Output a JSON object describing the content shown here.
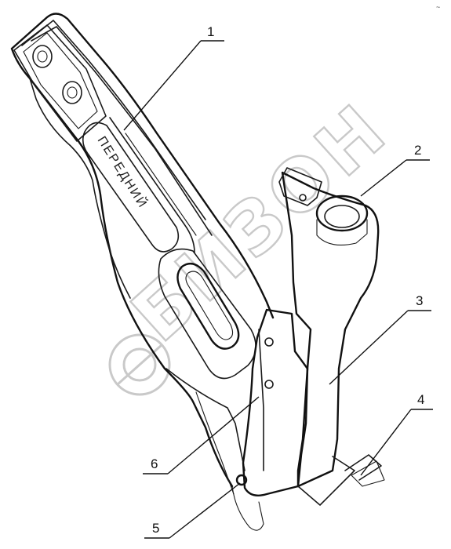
{
  "part_marking": "ПЕРЕДНИЙ",
  "watermark": "БИЗОН",
  "corner_mark": "~",
  "callouts": [
    "1",
    "2",
    "3",
    "4",
    "5",
    "6"
  ],
  "colors": {
    "line": "#1a1a1a",
    "watermark": "#c9c9c9",
    "background": "#ffffff"
  }
}
